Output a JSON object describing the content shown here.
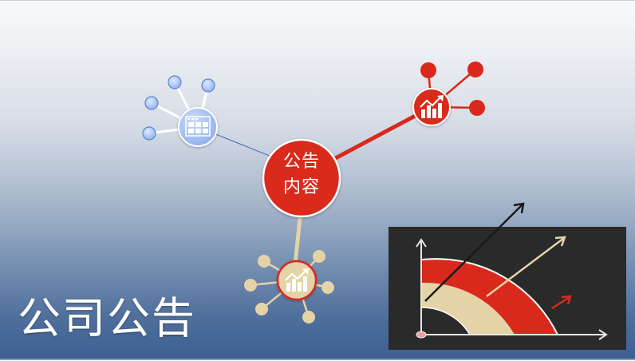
{
  "slide": {
    "title": "公司公告",
    "center_node": {
      "line1": "公告",
      "line2": "内容",
      "color": "#d9291c"
    }
  },
  "nodes": [
    {
      "name": "calendar-node",
      "icon": "calendar-grid-icon",
      "color": "#a9c4f5",
      "children": 4
    },
    {
      "name": "growth-chart-node-red",
      "icon": "bar-chart-trend-icon",
      "color": "#d9291c",
      "children": 3
    },
    {
      "name": "growth-chart-node-beige",
      "icon": "bar-chart-trend-icon",
      "color": "#e3d3a7",
      "children": 6
    }
  ],
  "illustration": {
    "type": "quarter-ring-arrows",
    "colors": {
      "background": "#2a2a2a",
      "outer_ring": "#d9291c",
      "inner_ring": "#e3d3a7",
      "axis": "#e6e6e6",
      "arrow_dark": "#1a1a1a"
    }
  }
}
